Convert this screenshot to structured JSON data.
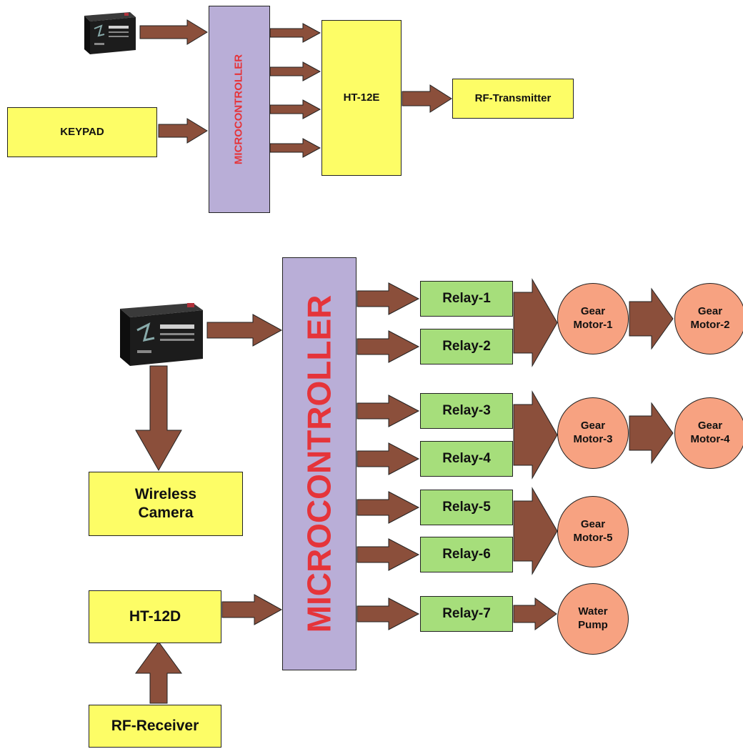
{
  "top_section": {
    "keypad": "KEYPAD",
    "microcontroller": "MICROCONTROLLER",
    "encoder": "HT-12E",
    "transmitter": "RF-Transmitter"
  },
  "bottom_section": {
    "microcontroller": "MICROCONTROLLER",
    "camera": "Wireless\nCamera",
    "decoder": "HT-12D",
    "receiver": "RF-Receiver",
    "relays": [
      "Relay-1",
      "Relay-2",
      "Relay-3",
      "Relay-4",
      "Relay-5",
      "Relay-6",
      "Relay-7"
    ],
    "motors": [
      "Gear\nMotor-1",
      "Gear\nMotor-2",
      "Gear\nMotor-3",
      "Gear\nMotor-4",
      "Gear\nMotor-5"
    ],
    "pump": "Water\nPump"
  },
  "colors": {
    "arrow": "#8b4f3b",
    "block_yellow": "#fdfd66",
    "relay_green": "#a6de7b",
    "mcu_purple": "#b9aed7",
    "motor_salmon": "#f7a281",
    "mcu_text_red": "#e5343a"
  },
  "icons": [
    "battery-icon"
  ]
}
